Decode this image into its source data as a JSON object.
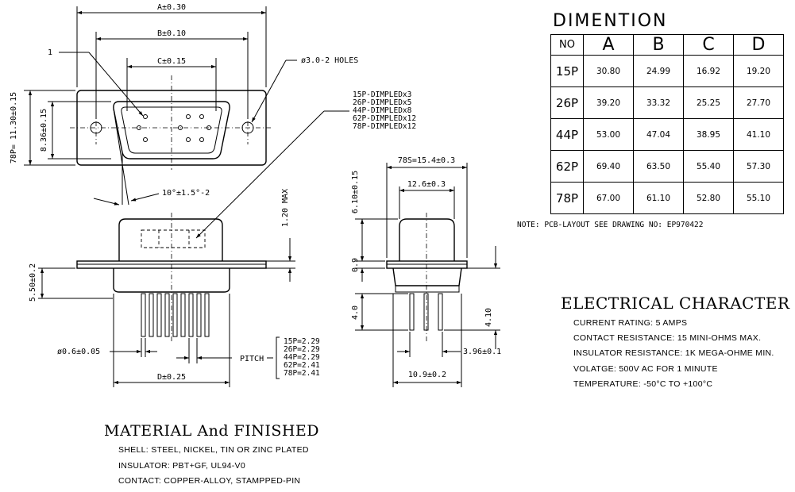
{
  "front_view": {
    "dim_a": "A±0.30",
    "dim_b": "B±0.10",
    "dim_c": "C±0.15",
    "callout_1": "1",
    "holes": "ø3.0-2 HOLES",
    "height_78p": "78P= 11.30±0.15",
    "height_inner": "8.36±0.15",
    "angle": "10°±1.5°-2",
    "dimpled_notes": [
      "15P-DIMPLEDx3",
      "26P-DIMPLEDx5",
      "44P-DIMPLEDx8",
      "62P-DIMPLEDx12",
      "78P-DIMPLEDx12"
    ]
  },
  "bottom_view": {
    "max_height": "1.20 MAX",
    "flange_offset": "5.50±0.2",
    "pin_dia": "ø0.6±0.05",
    "pitch_label": "PITCH",
    "dim_d": "D±0.25",
    "pitch_values": [
      "15P=2.29",
      "26P=2.29",
      "44P=2.29",
      "62P=2.41",
      "78P=2.41"
    ]
  },
  "side_view": {
    "width_78s": "78S=15.4±0.3",
    "width_shell": "12.6±0.3",
    "shell_height": "6.10±0.15",
    "flange_thickness": "0.9",
    "pin_length": "4.0",
    "tail_length": "4.10",
    "pin_offset": "3.96±0.1",
    "base_width": "10.9±0.2"
  },
  "dimension_table": {
    "title": "DIMENTION",
    "headers": [
      "NO",
      "A",
      "B",
      "C",
      "D"
    ],
    "rows": [
      [
        "15P",
        "30.80",
        "24.99",
        "16.92",
        "19.20"
      ],
      [
        "26P",
        "39.20",
        "33.32",
        "25.25",
        "27.70"
      ],
      [
        "44P",
        "53.00",
        "47.04",
        "38.95",
        "41.10"
      ],
      [
        "62P",
        "69.40",
        "63.50",
        "55.40",
        "57.30"
      ],
      [
        "78P",
        "67.00",
        "61.10",
        "52.80",
        "55.10"
      ]
    ]
  },
  "note": "NOTE: PCB-LAYOUT SEE DRAWING NO: EP970422",
  "electrical": {
    "title": "ELECTRICAL CHARACTER",
    "lines": [
      "CURRENT RATING: 5 AMPS",
      "CONTACT RESISTANCE: 15 MINI-OHMS MAX.",
      "INSULATOR RESISTANCE: 1K MEGA-OHME MIN.",
      "VOLATGE: 500V AC FOR 1 MINUTE",
      "TEMPERATURE: -50°C TO +100°C"
    ]
  },
  "material": {
    "title": "MATERIAL And FINISHED",
    "lines": [
      "SHELL: STEEL, NICKEL, TIN OR ZINC PLATED",
      "INSULATOR: PBT+GF, UL94-V0",
      "CONTACT: COPPER-ALLOY, STAMPPED-PIN"
    ]
  }
}
